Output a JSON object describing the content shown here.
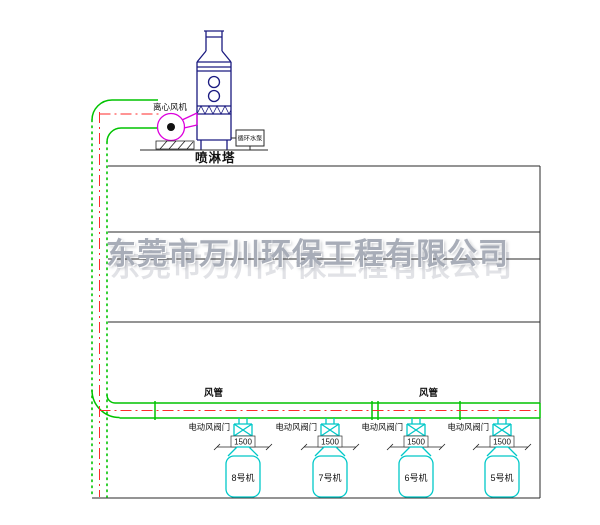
{
  "watermark": {
    "text": "东莞市万川环保工程有限公司"
  },
  "equipment": {
    "fan_label": "离心风机",
    "tower_label": "喷淋塔",
    "pump_box_label": "循环水泵"
  },
  "duct": {
    "label_left": "风管",
    "label_right": "风管"
  },
  "branches": [
    {
      "valve_label": "电动风阀门",
      "dimension": "1500",
      "machine_label": "8号机"
    },
    {
      "valve_label": "电动风阀门",
      "dimension": "1500",
      "machine_label": "7号机"
    },
    {
      "valve_label": "电动风阀门",
      "dimension": "1500",
      "machine_label": "6号机"
    },
    {
      "valve_label": "电动风阀门",
      "dimension": "1500",
      "machine_label": "5号机"
    }
  ],
  "colors": {
    "duct-green": "#00c300",
    "centerline-red": "#ff2a2a",
    "machine-cyan": "#00c8c8",
    "fan-magenta": "#dd00dd",
    "tower-navy": "#1a1a80",
    "line-black": "#2a2a2a",
    "watermark-gray": "#a8adb8"
  }
}
